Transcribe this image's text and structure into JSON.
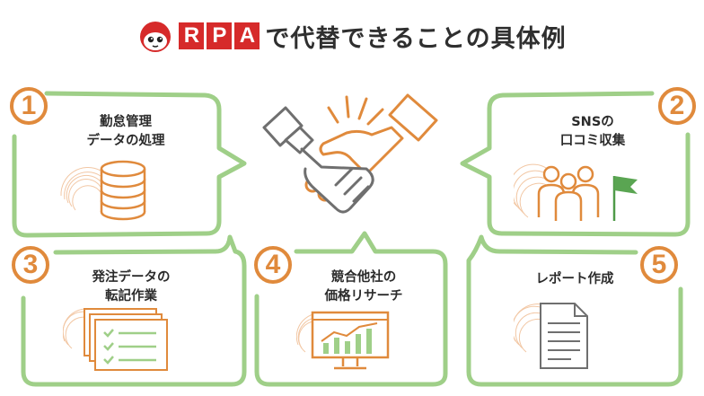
{
  "header": {
    "logo_icon": "mascot-logo-icon",
    "rpa_letters": [
      "R",
      "P",
      "A"
    ],
    "title_rest": "で代替できることの具体例",
    "brand_color": "#d62a2a"
  },
  "items": [
    {
      "number": "1",
      "line1": "勤怠管理",
      "line2": "データの処理",
      "icon": "database-stack-icon"
    },
    {
      "number": "2",
      "line1": "SNSの",
      "line2": "口コミ収集",
      "icon": "people-with-flag-icon"
    },
    {
      "number": "3",
      "line1": "発注データの",
      "line2": "転記作業",
      "icon": "checklist-documents-icon"
    },
    {
      "number": "4",
      "line1": "競合他社の",
      "line2": "価格リサーチ",
      "icon": "monitor-chart-icon"
    },
    {
      "number": "5",
      "line1": "レポート作成",
      "line2": "",
      "icon": "report-document-icon"
    }
  ],
  "center_icon": "handshake-icon",
  "colors": {
    "green": "#9fcf88",
    "orange": "#e08a3c",
    "gray": "#6f6f6f"
  }
}
